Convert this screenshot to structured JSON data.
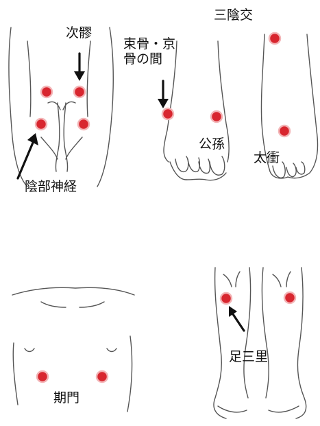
{
  "labels": {
    "sacrum_point": "次髎",
    "pudendal_nerve": "陰部神経",
    "metatarsal_gap": "束骨・京\n骨の間",
    "sanyinjiao": "三陰交",
    "gongsun": "公孫",
    "taichong": "太衝",
    "qimen": "期門",
    "zusanli": "足三里"
  },
  "colors": {
    "point_fill": "#d8262f",
    "point_ring": "#f3b4b6",
    "line": "#4a4a4a",
    "arrow": "#111111"
  }
}
